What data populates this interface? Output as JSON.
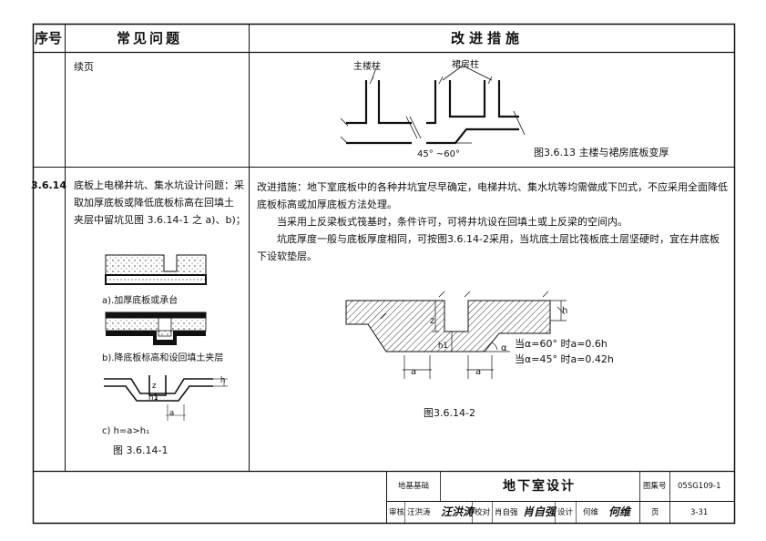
{
  "header": {
    "col_seq": "序号",
    "col_issue": "常见问题",
    "col_fix": "改进措施"
  },
  "row1": {
    "issue": "续页",
    "fig_labels": {
      "main": "主楼柱",
      "podium": "裙房柱",
      "angle": "45°  ~60°"
    },
    "caption": "图3.6.13 主楼与裙房底板变厚"
  },
  "row2": {
    "seq": "3.6.14",
    "issue_lines": [
      "底板上电梯井坑、集水坑设计问题：采",
      "取加厚底板或降低底板标高在回填土",
      "夹层中留坑见图 3.6.14-1 之 a)、b)；"
    ],
    "fig_a_caption": "a).加厚底板或承台",
    "fig_b_caption": "b).降底板标高和设回填土夹层",
    "fig_c_caption": "c) h=a>h₁",
    "fig1_caption": "图 3.6.14-1",
    "fig1_labels": {
      "h": "h",
      "z": "z",
      "h1": "h1",
      "a": "a"
    },
    "fix_lines": [
      "改进措施：地下室底板中的各种井坑宜尽早确定，电梯井坑、集水坑等均需做成下凹式，不应采用全面降低",
      "底板标高或加厚底板方法处理。",
      "当采用上反梁板式筏基时，条件许可，可将井坑设在回填土或上反梁的空间内。",
      "坑底厚度一般与底板厚度相同，可按图3.6.14-2采用，当坑底土层比筏板底土层坚硬时，宜在井底板",
      "下设软垫层。"
    ],
    "fig2_labels": {
      "h": "h",
      "z": "z",
      "h1": "h1",
      "alpha": "α",
      "a1": "a",
      "a2": "a"
    },
    "formula1": "当α=60°  时a=0.6h",
    "formula2": "当α=45°  时a=0.42h",
    "fig2_caption": "图3.6.14-2"
  },
  "title_block": {
    "category": "地基基础",
    "title": "地下室设计",
    "atlas_label": "图集号",
    "atlas_no": "05SG109-1",
    "review_label": "审核",
    "reviewer": "汪洪涛",
    "reviewer_sig": "汪洪涛",
    "check_label": "校对",
    "checker": "肖自强",
    "checker_sig": "肖自强",
    "design_label": "设计",
    "designer": "何维",
    "designer_sig": "何维",
    "page_label": "页",
    "page_no": "3-31"
  }
}
